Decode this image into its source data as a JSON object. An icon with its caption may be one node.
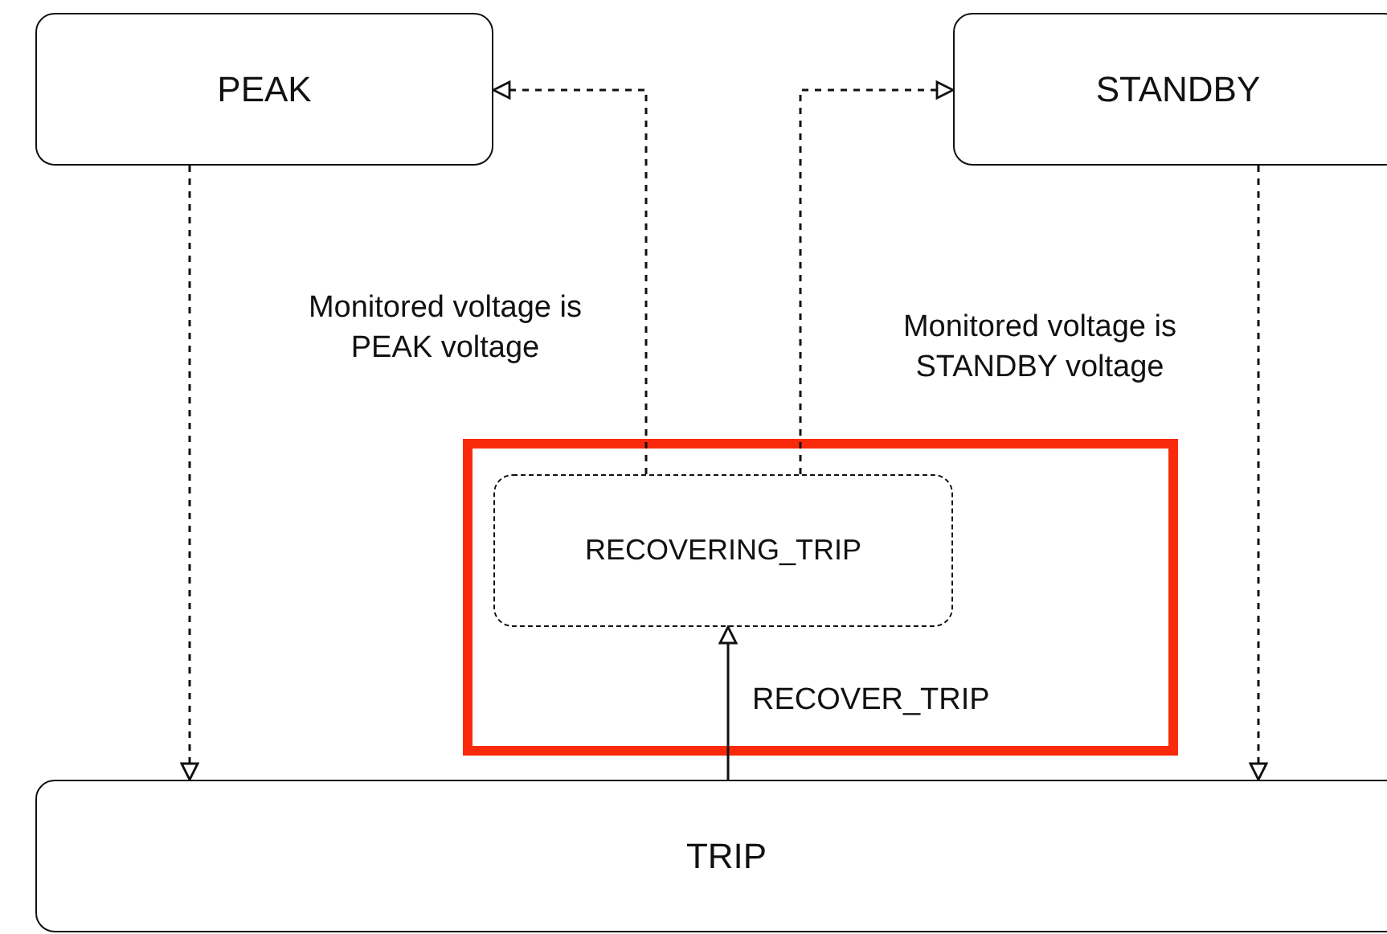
{
  "diagram": {
    "nodes": [
      {
        "text": [
          "PEAK"
        ]
      },
      {
        "text": [
          "STANDBY"
        ]
      },
      {
        "text": [],
        "shape": "box"
      },
      {
        "text": [
          "RECOVERING_TRIP"
        ],
        "in": 2
      },
      {
        "text": [
          "TRIP"
        ]
      }
    ],
    "edges": [
      {
        "from": 0,
        "to": 4,
        "arrow": "to",
        "style": "dashed"
      },
      {
        "from": 1,
        "to": 4,
        "arrow": "to",
        "style": "dashed"
      },
      {
        "from": 3,
        "to": 0,
        "arrow": "to",
        "style": "dashed",
        "label": "Monitored voltage is PEAK voltage"
      },
      {
        "from": 3,
        "to": 1,
        "arrow": "to",
        "style": "dashed",
        "label": "Monitored voltage is STANDBY voltage"
      },
      {
        "from": 4,
        "to": 3,
        "arrow": "to",
        "label": "RECOVER_TRIP"
      }
    ]
  }
}
